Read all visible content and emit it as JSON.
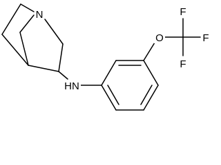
{
  "molecule": {
    "atoms": {
      "n_quinuclidine": "N",
      "nh": "HN",
      "o": "O",
      "f_top": "F",
      "f_right": "F",
      "f_bottom": "F"
    }
  },
  "colors": {
    "bond": "#000000",
    "label": "#000000",
    "background": "#ffffff"
  }
}
